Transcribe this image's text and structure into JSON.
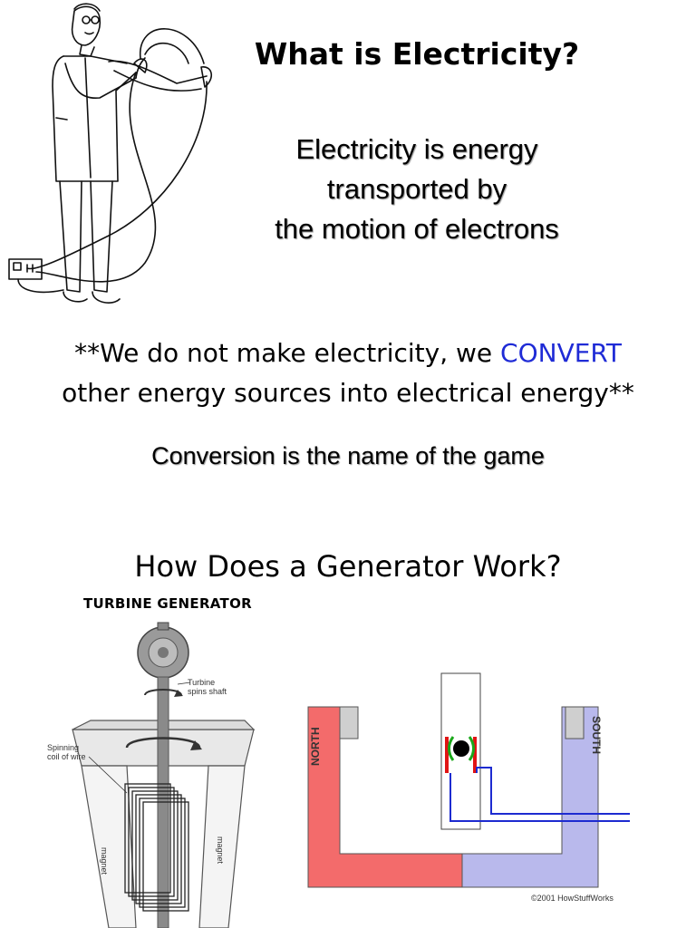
{
  "title": "What is Electricity?",
  "definition": {
    "line1": "Electricity is energy",
    "line2": "transported by",
    "line3": "the motion of electrons"
  },
  "convert_note": {
    "part1": "**We do not make electricity, we ",
    "accent": "CONVERT",
    "part2": "other energy sources into electrical energy**",
    "accent_color": "#1f2bd6"
  },
  "conversion_line": "Conversion is the name of the game",
  "generator_heading": "How Does a Generator Work?",
  "turbine_diagram": {
    "title": "TURBINE GENERATOR",
    "label_turbine_1": "Turbine",
    "label_turbine_2": "spins shaft",
    "label_coil_1": "Spinning",
    "label_coil_2": "coil of wire",
    "label_magnet": "magnet"
  },
  "magnet_diagram": {
    "north_label": "NORTH",
    "south_label": "SOUTH",
    "north_color": "#f36b6b",
    "south_color": "#b9b9ec",
    "credit": "©2001 HowStuffWorks"
  }
}
